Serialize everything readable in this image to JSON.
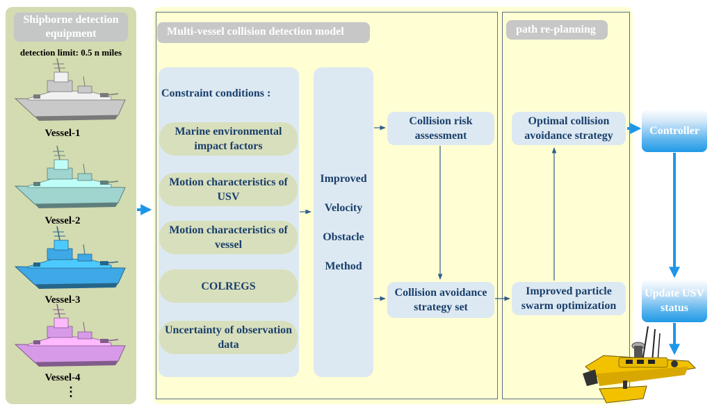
{
  "equipment": {
    "title": "Shipborne detection equipment",
    "limit": "detection limit: 0.5 n miles",
    "vessels": [
      {
        "label": "Vessel-1",
        "color": "#c9c9c9"
      },
      {
        "label": "Vessel-2",
        "color": "#9fd4cf"
      },
      {
        "label": "Vessel-3",
        "color": "#3fa8e6"
      },
      {
        "label": "Vessel-4",
        "color": "#d79ae8"
      }
    ],
    "more": "⋮"
  },
  "model": {
    "title": "Multi-vessel collision detection model",
    "constraint_title": "Constraint conditions :",
    "constraints": [
      "Marine environmental impact factors",
      "Motion characteristics of USV",
      "Motion characteristics of vessel",
      "COLREGS",
      "Uncertainty of observation data"
    ],
    "method": [
      "Improved",
      "Velocity",
      "Obstacle",
      "Method"
    ],
    "risk": "Collision risk assessment",
    "strategy_set": "Collision avoidance strategy set"
  },
  "replanning": {
    "title": "path re-planning",
    "optimal": "Optimal collision avoidance strategy",
    "pso": "Improved particle swarm optimization"
  },
  "controller": "Controller",
  "update": "Update USV status",
  "colors": {
    "arrow": "#2f5d8a",
    "bright_arrow": "#1e96e8",
    "usv": "#f2c200"
  }
}
